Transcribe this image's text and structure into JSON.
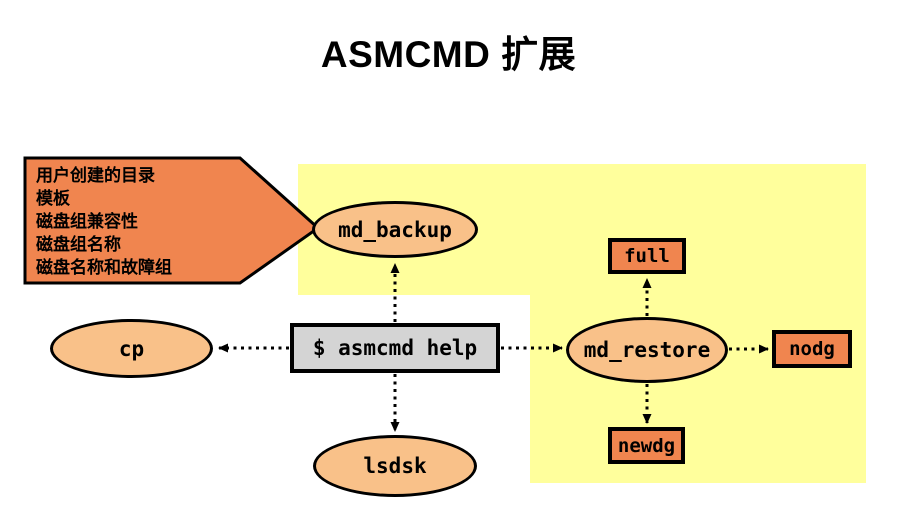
{
  "slide": {
    "title": "ASMCMD 扩展"
  },
  "callout": {
    "lines": [
      "用户创建的目录",
      "模板",
      "磁盘组兼容性",
      "磁盘组名称",
      "磁盘名称和故障组"
    ]
  },
  "diagram": {
    "command_box": {
      "label": "$ asmcmd help"
    },
    "commands": {
      "md_backup": {
        "label": "md_backup"
      },
      "cp": {
        "label": "cp"
      },
      "lsdsk": {
        "label": "lsdsk"
      },
      "md_restore": {
        "label": "md_restore"
      }
    },
    "restore_modes": {
      "full": {
        "label": "full"
      },
      "nodg": {
        "label": "nodg"
      },
      "newdg": {
        "label": "newdg"
      }
    }
  },
  "colors": {
    "highlight_area": "#FFFF9C",
    "callout_fill": "#F0854F",
    "ellipse_fill": "#F9C189",
    "command_box_fill": "#D4D4D4",
    "outline": "#000000"
  }
}
